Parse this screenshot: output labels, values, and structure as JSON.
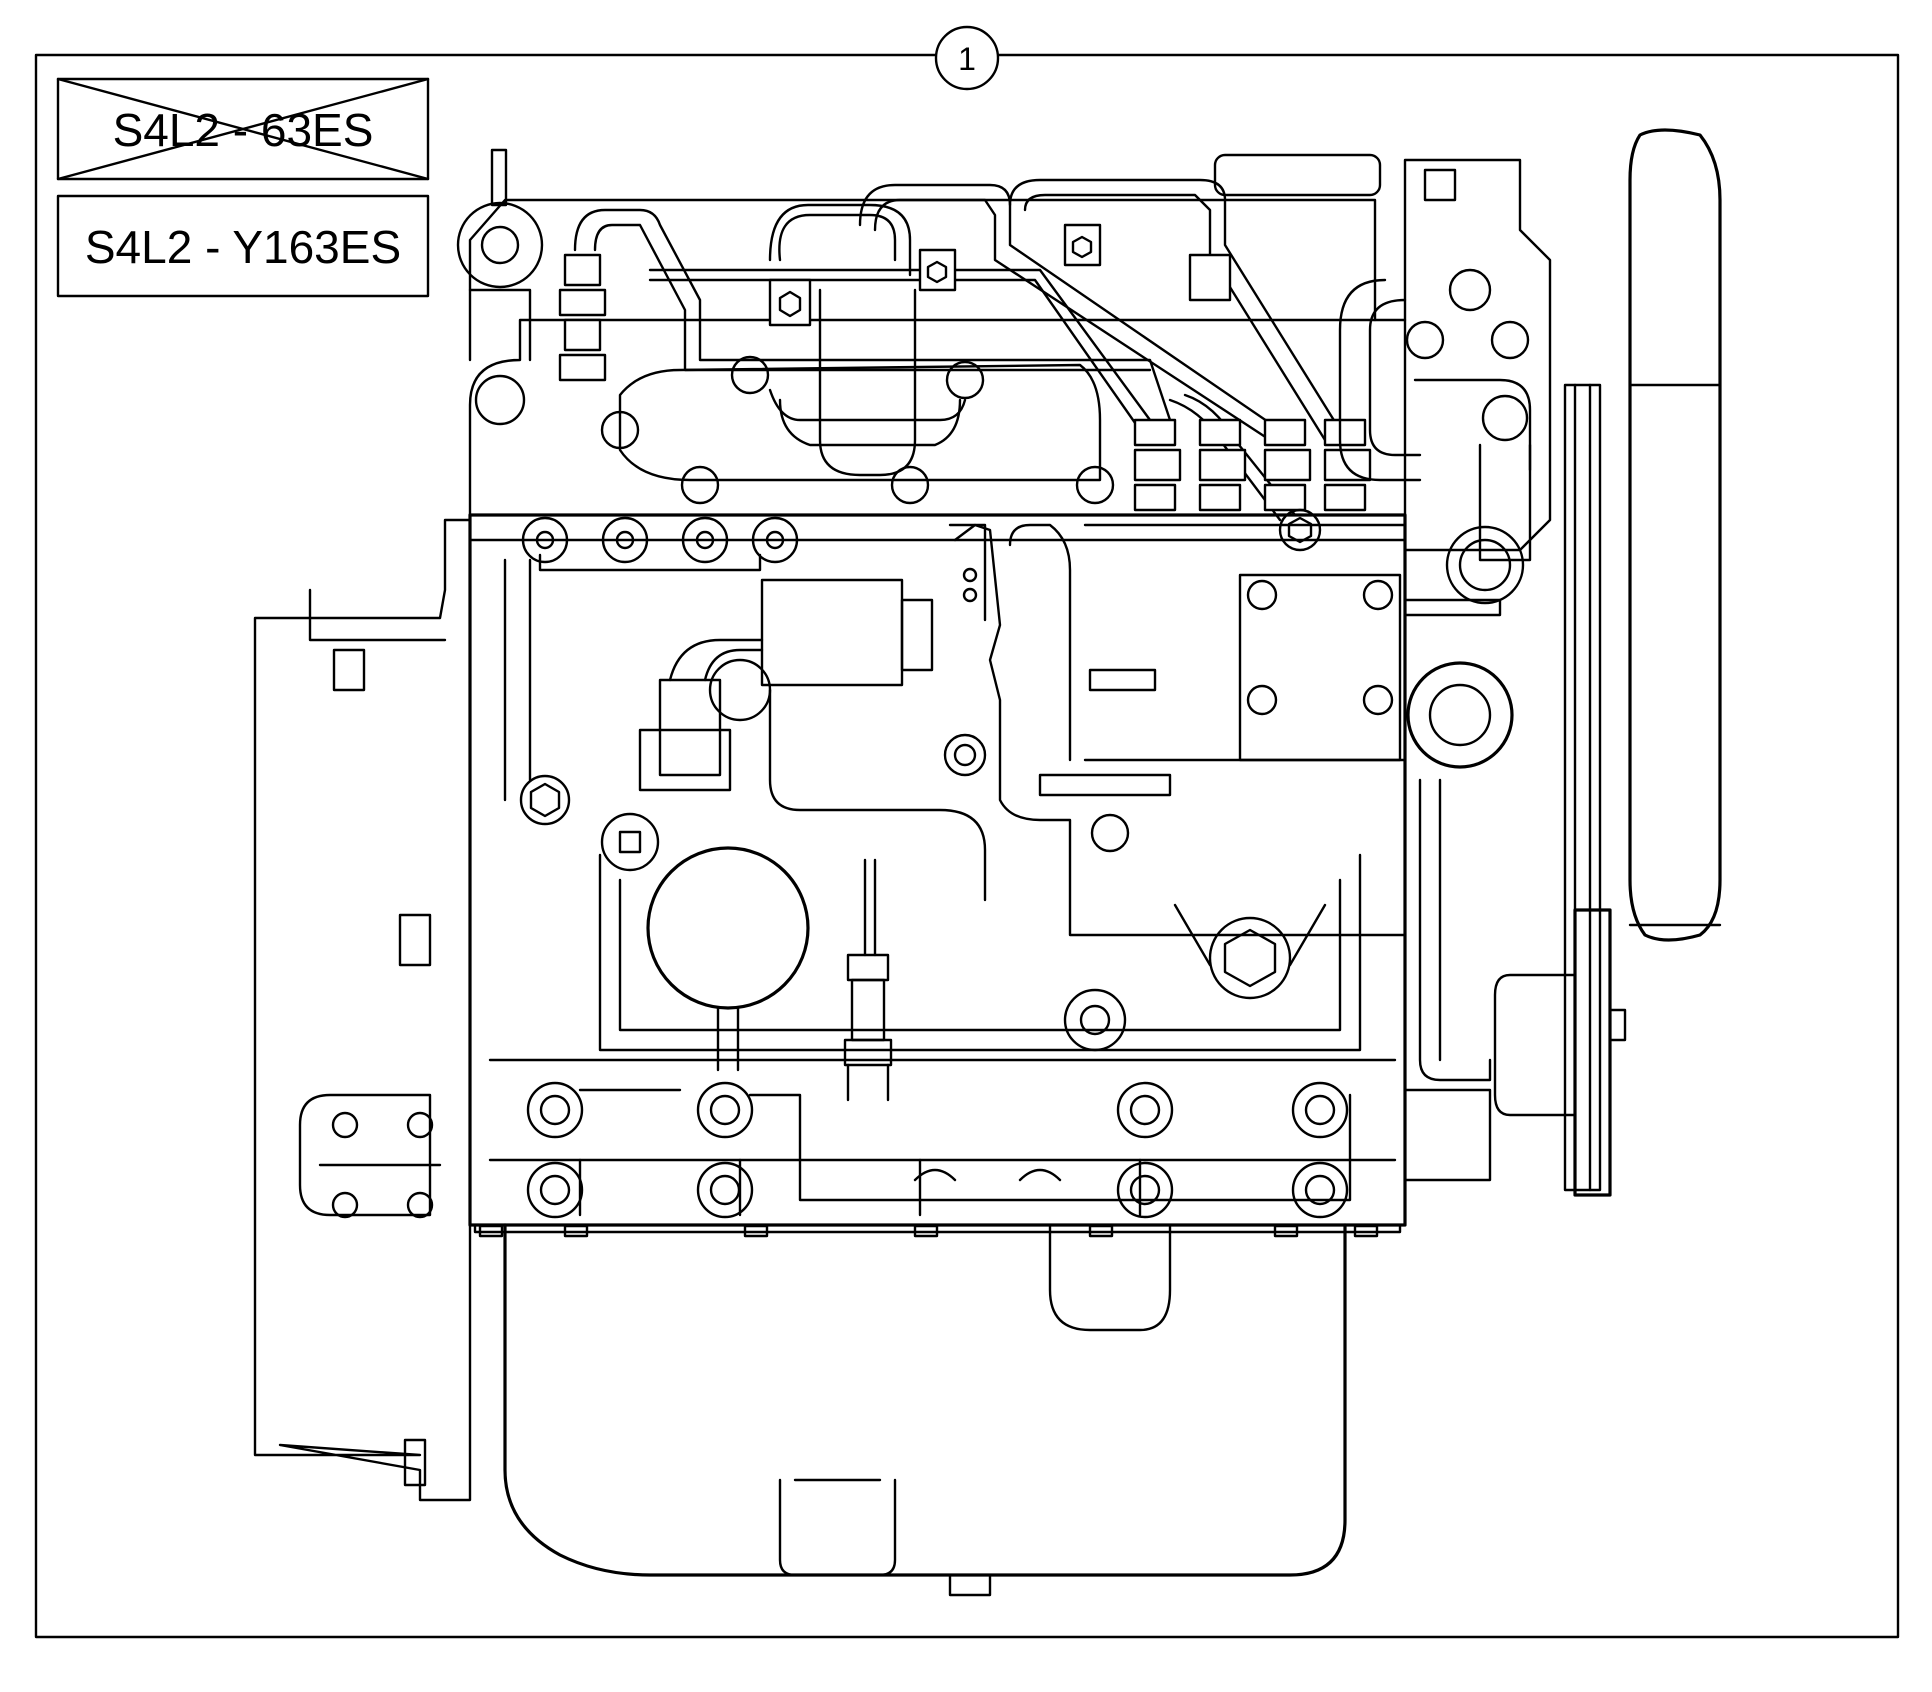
{
  "callout": {
    "number": "1"
  },
  "models": [
    {
      "code": "S4L2 - 63ES",
      "status": "crossed-out"
    },
    {
      "code": "S4L2 - Y163ES",
      "status": "active"
    }
  ],
  "colors": {
    "line": "#000000",
    "background": "#ffffff"
  },
  "icons": [
    "engine-drawing",
    "flywheel-pulley",
    "oil-filter",
    "fuel-injection-lines",
    "water-pump",
    "oil-pan"
  ]
}
